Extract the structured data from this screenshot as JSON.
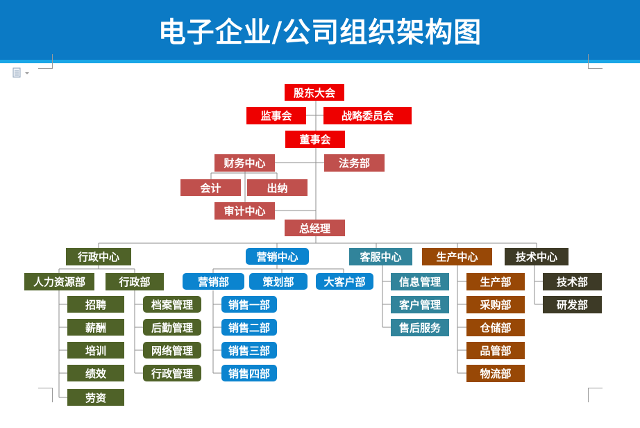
{
  "title": "电子企业/公司组织架构图",
  "icons": {
    "doc": "document-icon"
  },
  "colors": {
    "header": "#0b7ac5",
    "top_level": "#ee0000",
    "management": "#c0504d",
    "admin": "#4f6228",
    "marketing": "#0b84cf",
    "service": "#31849b",
    "production": "#984806",
    "technology": "#3d3a26"
  },
  "nodes": {
    "shareholders": "股东大会",
    "supervisors": "监事会",
    "strategy": "战略委员会",
    "board": "董事会",
    "finance_center": "财务中心",
    "legal": "法务部",
    "accounting": "会计",
    "cashier": "出纳",
    "audit": "审计中心",
    "gm": "总经理",
    "admin_center": "行政中心",
    "marketing_center": "营销中心",
    "service_center": "客服中心",
    "production_center": "生产中心",
    "tech_center": "技术中心",
    "hr": "人力资源部",
    "admin_dept": "行政部",
    "recruit": "招聘",
    "salary": "薪酬",
    "training": "培训",
    "performance": "绩效",
    "labor": "劳资",
    "archives": "档案管理",
    "logistics": "后勤管理",
    "network": "网络管理",
    "admin_mgmt": "行政管理",
    "marketing_dept": "营销部",
    "planning": "策划部",
    "key_account": "大客户部",
    "sales1": "销售一部",
    "sales2": "销售二部",
    "sales3": "销售三部",
    "sales4": "销售四部",
    "info_mgmt": "信息管理",
    "customer_mgmt": "客户管理",
    "after_sales": "售后服务",
    "prod_dept": "生产部",
    "purchase": "采购部",
    "warehouse": "仓储部",
    "quality": "品管部",
    "logistics_dept": "物流部",
    "tech_dept": "技术部",
    "rd": "研发部"
  }
}
